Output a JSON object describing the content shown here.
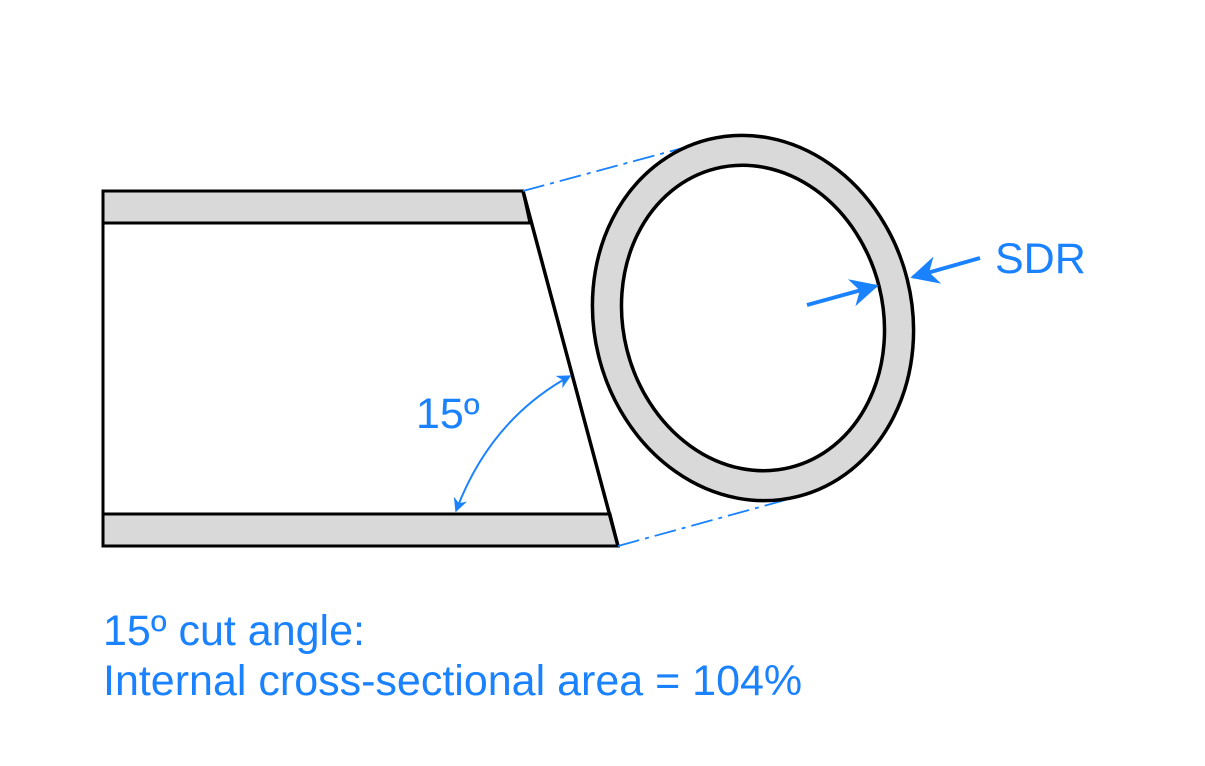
{
  "diagram": {
    "angle_label": "15º",
    "sdr_label": "SDR",
    "caption": {
      "line1": "15º cut angle:",
      "line2": "Internal cross-sectional area = 104%"
    },
    "colors": {
      "accent": "#1a82ff",
      "wall_fill": "#d9d9d9",
      "outline": "#000000"
    }
  }
}
